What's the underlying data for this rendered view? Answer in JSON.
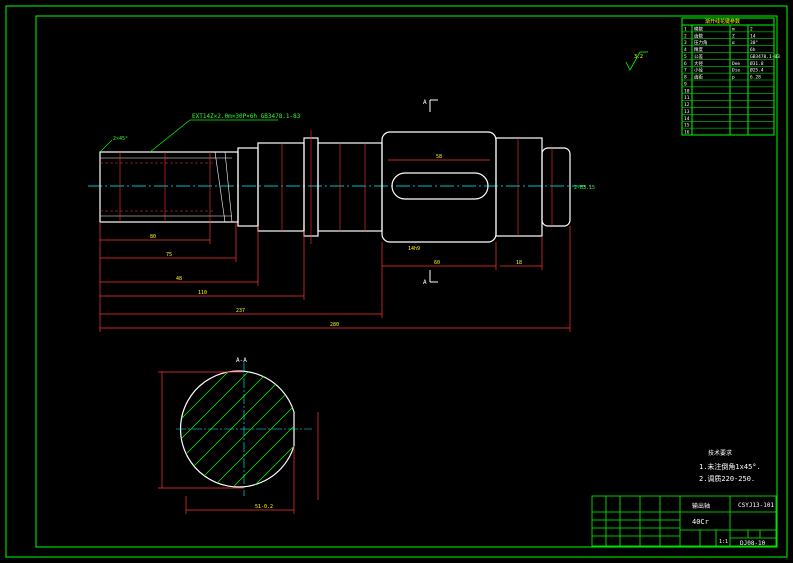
{
  "drawing": {
    "tech_requirements": {
      "heading": "技术要求",
      "lines": [
        "1.未注倒角1x45°.",
        "2.调质220-250."
      ]
    },
    "title_block": {
      "part_name": "输出轴",
      "material": "40Cr",
      "drawing_number": "CSYJ13-101",
      "scale": "1:1",
      "doc_number": "DJ08-10"
    },
    "roughness_symbol": "3.2",
    "spline_callout": "EXT14Z×2.0m×30P×6h GB3478.1-83",
    "section_labels": {
      "section_view_title": "A-A",
      "cut_mark_top": "A",
      "cut_mark_bottom": "A"
    },
    "dimensions": {
      "horizontal": [
        "80",
        "75",
        "48",
        "110",
        "237",
        "280",
        "60",
        "58",
        "18"
      ],
      "chamfer": "2×45°",
      "key_width": "14h9",
      "key_depth": "51-0.2",
      "center_hole": "2-B3.15"
    },
    "param_table": {
      "title": "渐开线花键参数",
      "rows": [
        [
          "1",
          "模数",
          "m",
          "2"
        ],
        [
          "2",
          "齿数",
          "Z",
          "14"
        ],
        [
          "3",
          "压力角",
          "α",
          "30°"
        ],
        [
          "4",
          "精度",
          "",
          "6h"
        ],
        [
          "5",
          "公差",
          "",
          "GB3478.1-83"
        ],
        [
          "6",
          "大径",
          "Dee",
          "Ø31.8"
        ],
        [
          "7",
          "小径",
          "Die",
          "Ø25.4"
        ],
        [
          "8",
          "齿距",
          "p",
          "6.28"
        ],
        [
          "9",
          "",
          "",
          ""
        ],
        [
          "10",
          "",
          "",
          ""
        ],
        [
          "11",
          "",
          "",
          ""
        ],
        [
          "12",
          "",
          "",
          ""
        ],
        [
          "13",
          "",
          "",
          ""
        ],
        [
          "14",
          "",
          "",
          ""
        ],
        [
          "15",
          "",
          "",
          ""
        ],
        [
          "16",
          "",
          "",
          ""
        ]
      ]
    }
  }
}
